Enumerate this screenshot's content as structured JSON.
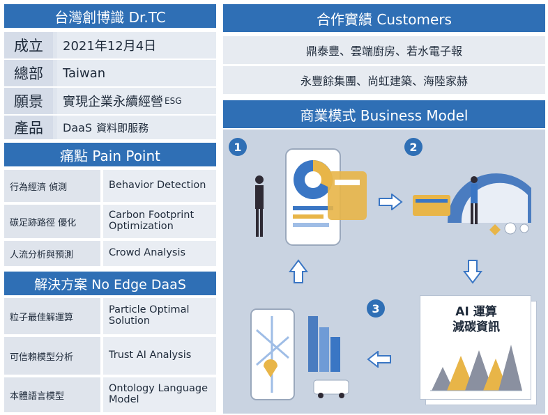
{
  "company": {
    "title": "台灣創博識  Dr.TC",
    "rows": [
      {
        "label": "成立",
        "value": "2021年12月4日"
      },
      {
        "label": "總部",
        "value": "Taiwan"
      },
      {
        "label": "願景",
        "value": "實現企業永續經營",
        "suffix": "ESG"
      },
      {
        "label": "產品",
        "value": "DaaS",
        "suffix": "資料即服務"
      }
    ]
  },
  "pain": {
    "title": "痛點  Pain Point",
    "rows": [
      {
        "zh": "行為經濟 偵測",
        "en": "Behavior Detection"
      },
      {
        "zh": "碳足跡路徑 優化",
        "en": "Carbon Footprint Optimization"
      },
      {
        "zh": "人流分析與預測",
        "en": "Crowd Analysis"
      }
    ]
  },
  "solution": {
    "title": "解決方案  No Edge DaaS",
    "rows": [
      {
        "zh": "粒子最佳解運算",
        "en": "Particle Optimal Solution"
      },
      {
        "zh": "可信賴模型分析",
        "en": "Trust AI Analysis"
      },
      {
        "zh": "本體語言模型",
        "en": "Ontology Language Model"
      }
    ]
  },
  "customers": {
    "title": "合作實績  Customers",
    "lines": [
      "鼎泰豐、雲端廚房、若水電子報",
      "永豐餘集團、尚虹建築、海陸家赫"
    ]
  },
  "business": {
    "title": "商業模式 Business Model",
    "steps": [
      "1",
      "2",
      "3"
    ],
    "ai_title_1": "AI 運算",
    "ai_title_2": "減碳資訊"
  },
  "colors": {
    "accent": "#2f6fb5",
    "panel": "#c9d3e1"
  }
}
